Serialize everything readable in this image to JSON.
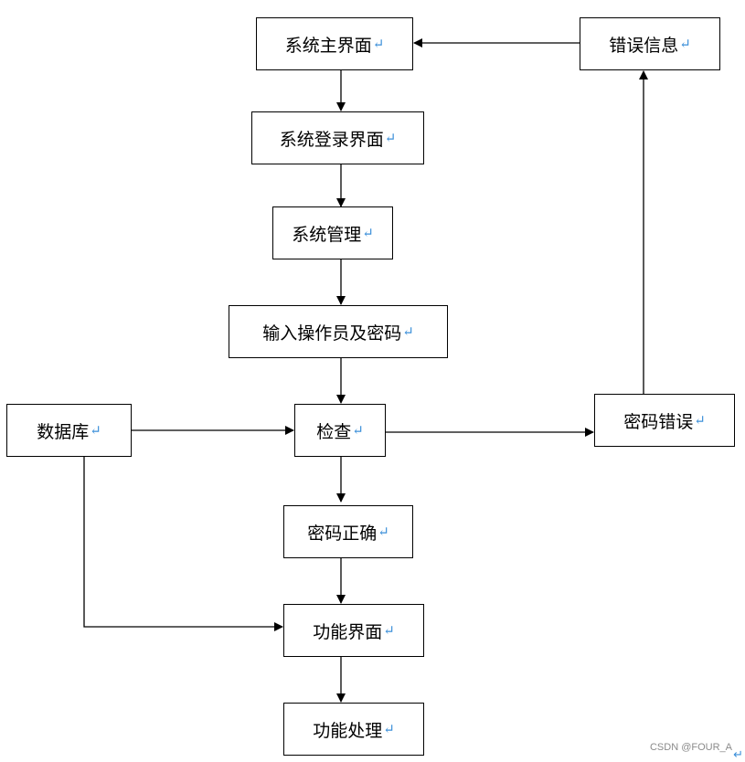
{
  "paragraph_mark": "↵",
  "nodes": {
    "main_ui": "系统主界面",
    "login_ui": "系统登录界面",
    "system_mgmt": "系统管理",
    "input_credentials": "输入操作员及密码",
    "check": "检查",
    "password_correct": "密码正确",
    "function_ui": "功能界面",
    "function_process": "功能处理",
    "database": "数据库",
    "password_error": "密码错误",
    "error_info": "错误信息"
  },
  "watermark": "CSDN @FOUR_A",
  "colors": {
    "line": "#000000",
    "paragraph_mark": "#3b8fd9",
    "watermark": "#8a8a8a"
  }
}
